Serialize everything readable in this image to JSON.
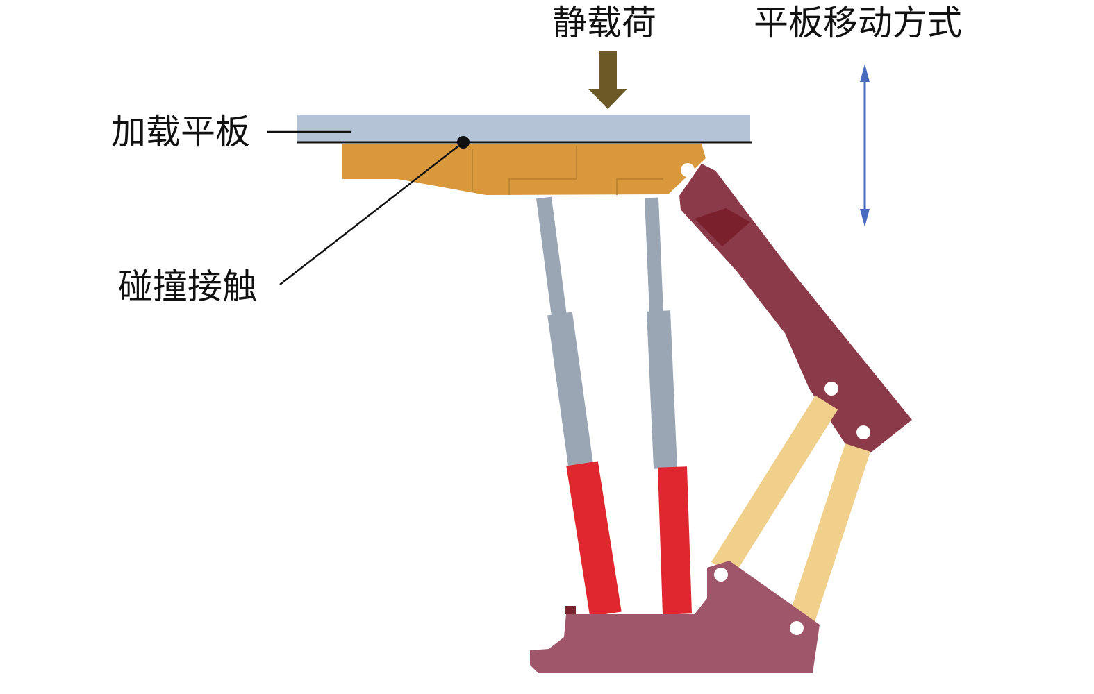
{
  "labels": {
    "static_load": "静载荷",
    "plate_motion": "平板移动方式",
    "loading_plate": "加载平板",
    "collision_contact": "碰撞接触"
  },
  "colors": {
    "plate": "#b4c3d6",
    "canopy": "#d9983c",
    "load_arrow": "#6b5a25",
    "motion_arrow": "#4a6cc0",
    "rod": "#9aa6b4",
    "cylinder": "#e0262e",
    "caving_shield": "#8b3a4a",
    "link": "#f0d08a",
    "base": "#a0566a"
  }
}
